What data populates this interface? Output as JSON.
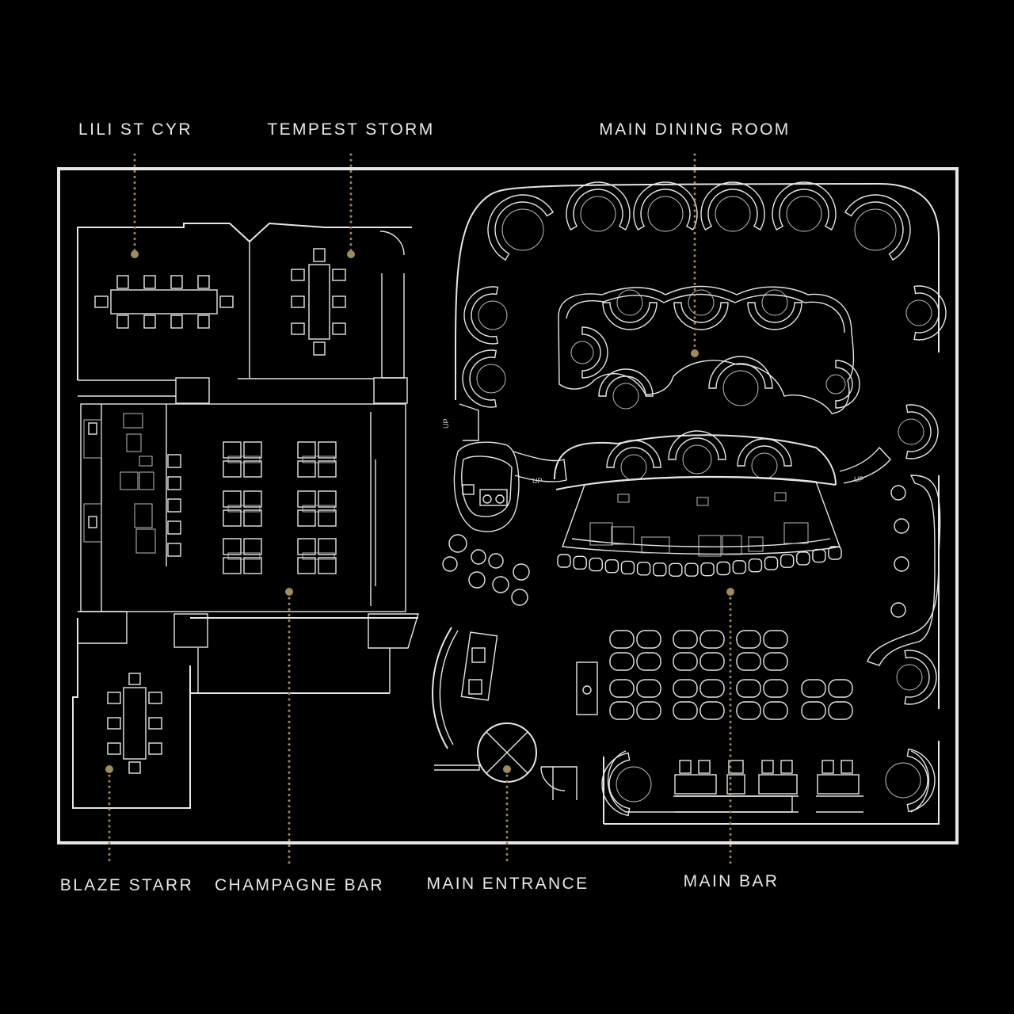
{
  "labels": {
    "lili": "LILI ST CYR",
    "tempest": "TEMPEST STORM",
    "dining": "MAIN DINING ROOM",
    "blaze": "BLAZE STARR",
    "champagne": "CHAMPAGNE BAR",
    "entrance": "MAIN ENTRANCE",
    "mainbar": "MAIN BAR"
  },
  "stairs_label": "UP",
  "colors": {
    "background": "#000000",
    "lines": "#e6e6e6",
    "accent_gold": "#a08a5e"
  }
}
